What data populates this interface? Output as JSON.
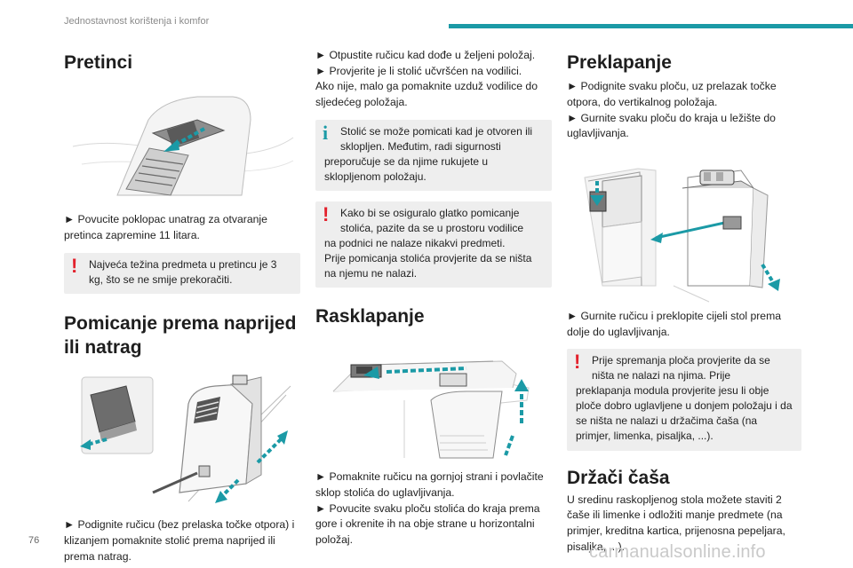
{
  "header": {
    "section": "Jednostavnost korištenja i komfor"
  },
  "col1": {
    "h1": "Pretinci",
    "p1": "► Povucite poklopac unatrag za otvaranje pretinca zapremine 11 litara.",
    "warn1": [
      "Najveća težina predmeta u pretincu je 3",
      "kg, što se ne smije prekoračiti."
    ],
    "h2": "Pomicanje prema naprijed ili natrag",
    "p2": "► Podignite ručicu (bez prelaska točke otpora) i klizanjem pomaknite stolić prema naprijed ili prema natrag."
  },
  "col2": {
    "p1": "► Otpustite ručicu kad dođe u željeni položaj.",
    "p2": "► Provjerite je li stolić učvršćen na vodilici.",
    "p3": "Ako nije, malo ga pomaknite uzduž vodilice do sljedećeg položaja.",
    "info1": [
      "Stolić se može pomicati kad je otvoren ili",
      "sklopljen. Međutim, radi sigurnosti",
      "preporučuje se da njime rukujete u sklopljenom položaju."
    ],
    "warn1": [
      "Kako bi se osiguralo glatko pomicanje",
      "stolića, pazite da se u prostoru vodilice",
      "na podnici ne nalaze nikakvi predmeti.",
      "Prije pomicanja stolića provjerite da se ništa na njemu ne nalazi."
    ],
    "h1": "Rasklapanje",
    "p4": "► Pomaknite ručicu na gornjoj strani i povlačite sklop stolića do uglavljivanja.",
    "p5": "► Povucite svaku ploču stolića do kraja prema gore i okrenite ih na obje strane u horizontalni položaj."
  },
  "col3": {
    "h1": "Preklapanje",
    "p1": "► Podignite svaku ploču, uz prelazak točke otpora, do vertikalnog položaja.",
    "p2": "► Gurnite svaku ploču do kraja u ležište do uglavljivanja.",
    "p3": "► Gurnite ručicu i preklopite cijeli stol prema dolje do uglavljivanja.",
    "warn1": [
      "Prije spremanja ploča provjerite da se",
      "ništa ne nalazi na njima. Prije",
      "preklapanja modula provjerite jesu li obje ploče dobro uglavljene u donjem položaju i da se ništa ne nalazi u držačima čaša (na primjer, limenka, pisaljka, ...)."
    ],
    "h2": "Držači čaša",
    "p4": "U sredinu raskopljenog stola možete staviti 2 čaše ili limenke i odložiti manje predmete (na primjer, kreditna kartica, prijenosna pepeljara, pisaljka, ...)."
  },
  "footer": {
    "page_number": "76",
    "watermark": "carmanualsonline.info"
  },
  "colors": {
    "accent": "#1b9aa6",
    "warning": "#e3212c",
    "note_bg": "#eeeeee"
  }
}
